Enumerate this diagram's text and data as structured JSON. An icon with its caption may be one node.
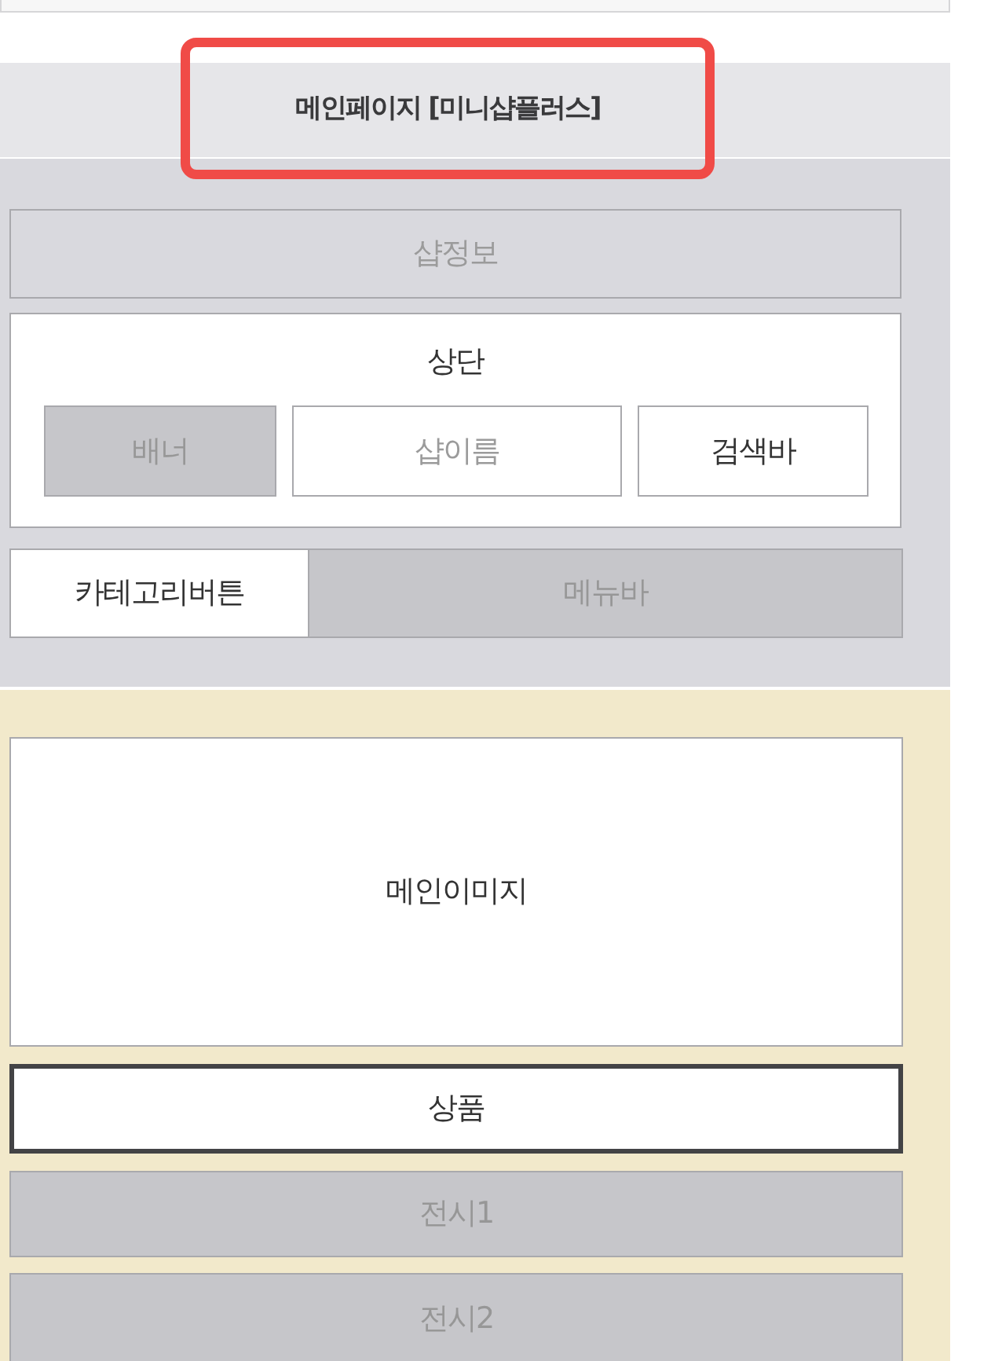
{
  "diagram": {
    "nodes": [
      {
        "text": [
          "메인페이지 [미니샵플러스]"
        ]
      },
      {
        "text": [],
        "shape": "box"
      },
      {
        "text": [
          "샵정보"
        ],
        "in": 1
      },
      {
        "text": [
          "상단"
        ],
        "in": 1
      },
      {
        "text": [
          "배너"
        ],
        "in": 3
      },
      {
        "text": [
          "샵이름"
        ],
        "in": 3
      },
      {
        "text": [
          "검색바"
        ],
        "in": 3
      },
      {
        "text": [
          "카테고리버튼"
        ],
        "in": 1
      },
      {
        "text": [
          "메뉴바"
        ],
        "in": 1
      },
      {
        "text": [],
        "shape": "box"
      },
      {
        "text": [
          "메인이미지"
        ],
        "in": 9
      },
      {
        "text": [
          "상품"
        ],
        "in": 9
      },
      {
        "text": [
          "전시1"
        ],
        "in": 9
      },
      {
        "text": [
          "전시2"
        ],
        "in": 9
      }
    ]
  }
}
